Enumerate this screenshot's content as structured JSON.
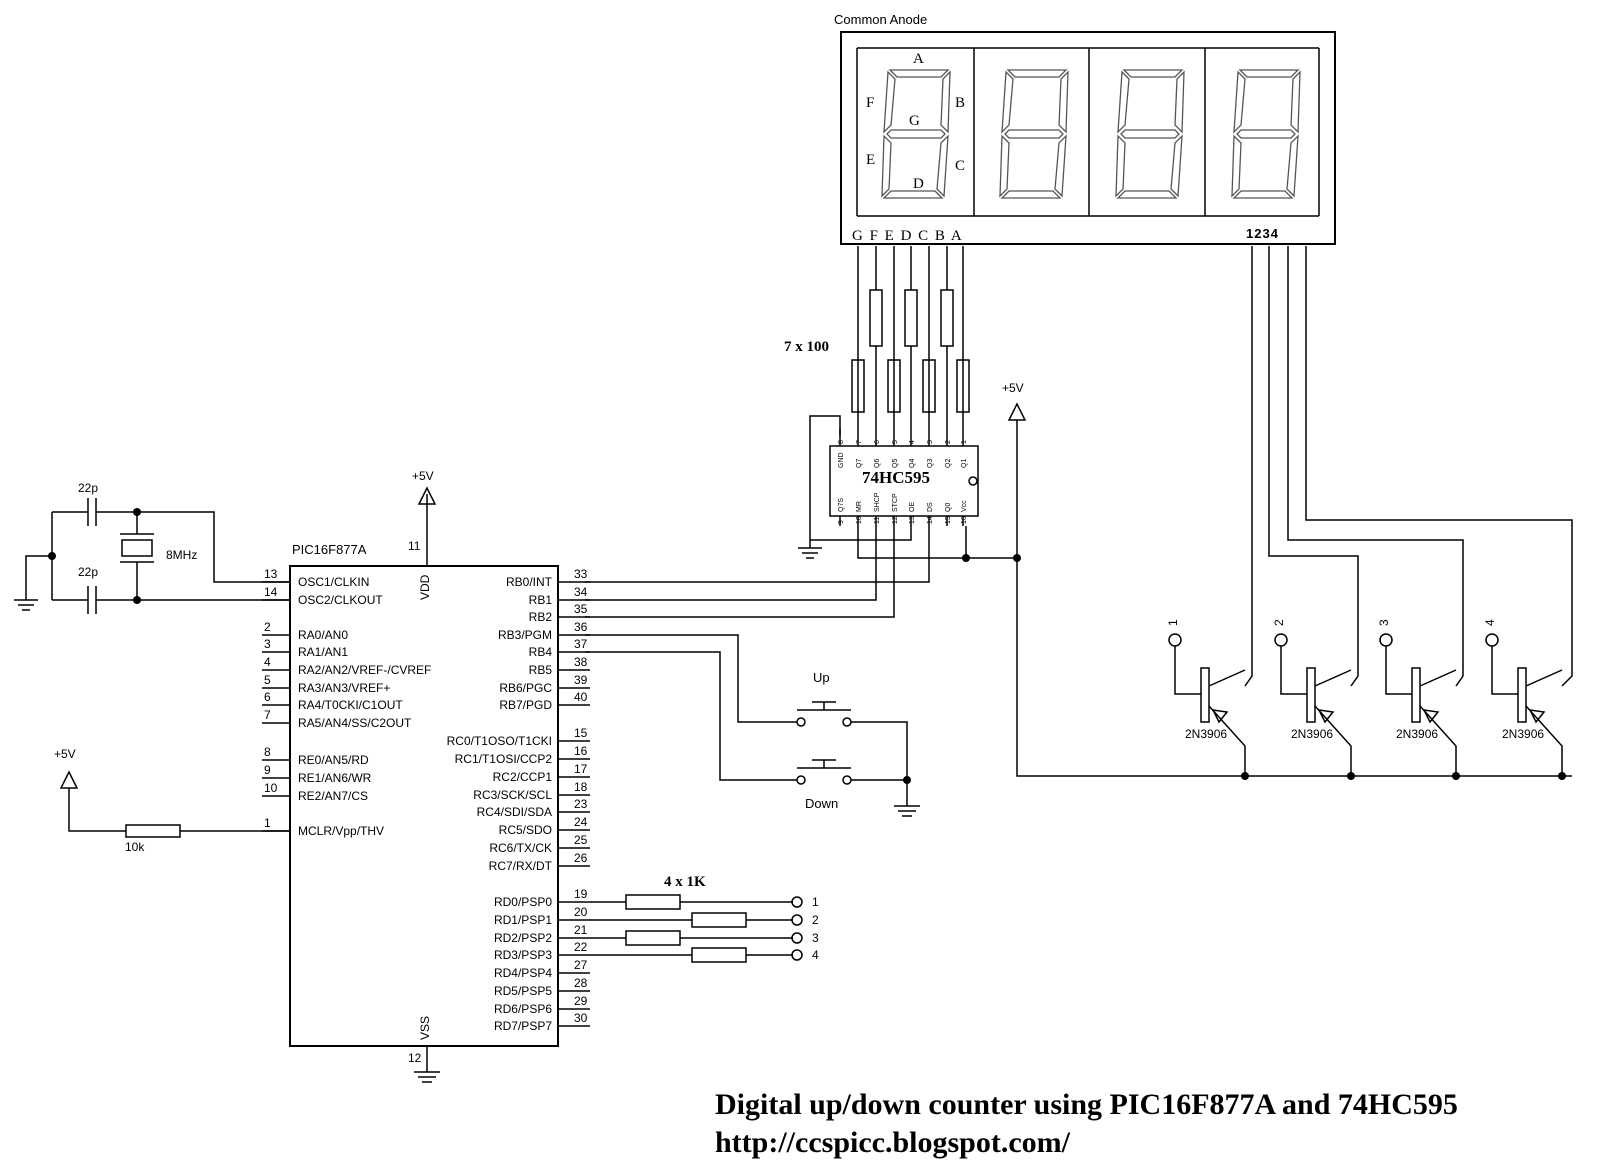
{
  "mcu": {
    "name": "PIC16F877A",
    "vdd": "VDD",
    "vdd_pin": "11",
    "vss": "VSS",
    "vss_pin": "12",
    "left_pins": [
      {
        "num": "13",
        "label": "OSC1/CLKIN"
      },
      {
        "num": "14",
        "label": "OSC2/CLKOUT"
      },
      {
        "num": "2",
        "label": "RA0/AN0"
      },
      {
        "num": "3",
        "label": "RA1/AN1"
      },
      {
        "num": "4",
        "label": "RA2/AN2/VREF-/CVREF"
      },
      {
        "num": "5",
        "label": "RA3/AN3/VREF+"
      },
      {
        "num": "6",
        "label": "RA4/T0CKI/C1OUT"
      },
      {
        "num": "7",
        "label": "RA5/AN4/SS/C2OUT"
      },
      {
        "num": "8",
        "label": "RE0/AN5/RD"
      },
      {
        "num": "9",
        "label": "RE1/AN6/WR"
      },
      {
        "num": "10",
        "label": "RE2/AN7/CS"
      },
      {
        "num": "1",
        "label": "MCLR/Vpp/THV"
      }
    ],
    "right_pins": [
      {
        "num": "33",
        "label": "RB0/INT"
      },
      {
        "num": "34",
        "label": "RB1"
      },
      {
        "num": "35",
        "label": "RB2"
      },
      {
        "num": "36",
        "label": "RB3/PGM"
      },
      {
        "num": "37",
        "label": "RB4"
      },
      {
        "num": "38",
        "label": "RB5"
      },
      {
        "num": "39",
        "label": "RB6/PGC"
      },
      {
        "num": "40",
        "label": "RB7/PGD"
      },
      {
        "num": "15",
        "label": "RC0/T1OSO/T1CKI"
      },
      {
        "num": "16",
        "label": "RC1/T1OSI/CCP2"
      },
      {
        "num": "17",
        "label": "RC2/CCP1"
      },
      {
        "num": "18",
        "label": "RC3/SCK/SCL"
      },
      {
        "num": "23",
        "label": "RC4/SDI/SDA"
      },
      {
        "num": "24",
        "label": "RC5/SDO"
      },
      {
        "num": "25",
        "label": "RC6/TX/CK"
      },
      {
        "num": "26",
        "label": "RC7/RX/DT"
      },
      {
        "num": "19",
        "label": "RD0/PSP0"
      },
      {
        "num": "20",
        "label": "RD1/PSP1"
      },
      {
        "num": "21",
        "label": "RD2/PSP2"
      },
      {
        "num": "22",
        "label": "RD3/PSP3"
      },
      {
        "num": "27",
        "label": "RD4/PSP4"
      },
      {
        "num": "28",
        "label": "RD5/PSP5"
      },
      {
        "num": "29",
        "label": "RD6/PSP6"
      },
      {
        "num": "30",
        "label": "RD7/PSP7"
      }
    ]
  },
  "shift_register": {
    "name": "74HC595",
    "top_pins": [
      "GND",
      "Q7",
      "Q6",
      "Q5",
      "Q4",
      "Q3",
      "Q2",
      "Q1"
    ],
    "top_nums": [
      "8",
      "7",
      "6",
      "5",
      "4",
      "3",
      "2",
      "1"
    ],
    "bottom_pins": [
      "Q7S",
      "MR",
      "SHCP",
      "STCP",
      "OE",
      "DS",
      "Q0",
      "Vcc"
    ],
    "bottom_nums": [
      "9",
      "10",
      "11",
      "12",
      "13",
      "14",
      "15",
      "16"
    ]
  },
  "display": {
    "title": "Common Anode",
    "seg_labels": {
      "a": "A",
      "b": "B",
      "c": "C",
      "d": "D",
      "e": "E",
      "f": "F",
      "g": "G"
    },
    "bottom_pins": "G F E D C B A",
    "digit_pins": "1234"
  },
  "resistors": {
    "seg_label": "7 x 100",
    "digit_label": "4 x 1K",
    "mclr_label": "10k"
  },
  "crystal": {
    "label": "8MHz",
    "cap1": "22p",
    "cap2": "22p"
  },
  "supply": {
    "vcc_mcu": "+5V",
    "vcc_mclr": "+5V",
    "vcc_595": "+5V"
  },
  "buttons": {
    "up": "Up",
    "down": "Down"
  },
  "transistors": {
    "model": "2N3906",
    "bases": [
      "1",
      "2",
      "3",
      "4"
    ]
  },
  "rd_terminals": [
    "1",
    "2",
    "3",
    "4"
  ],
  "footer": {
    "title": "Digital up/down counter using PIC16F877A and 74HC595",
    "url": "http://ccspicc.blogspot.com/"
  }
}
